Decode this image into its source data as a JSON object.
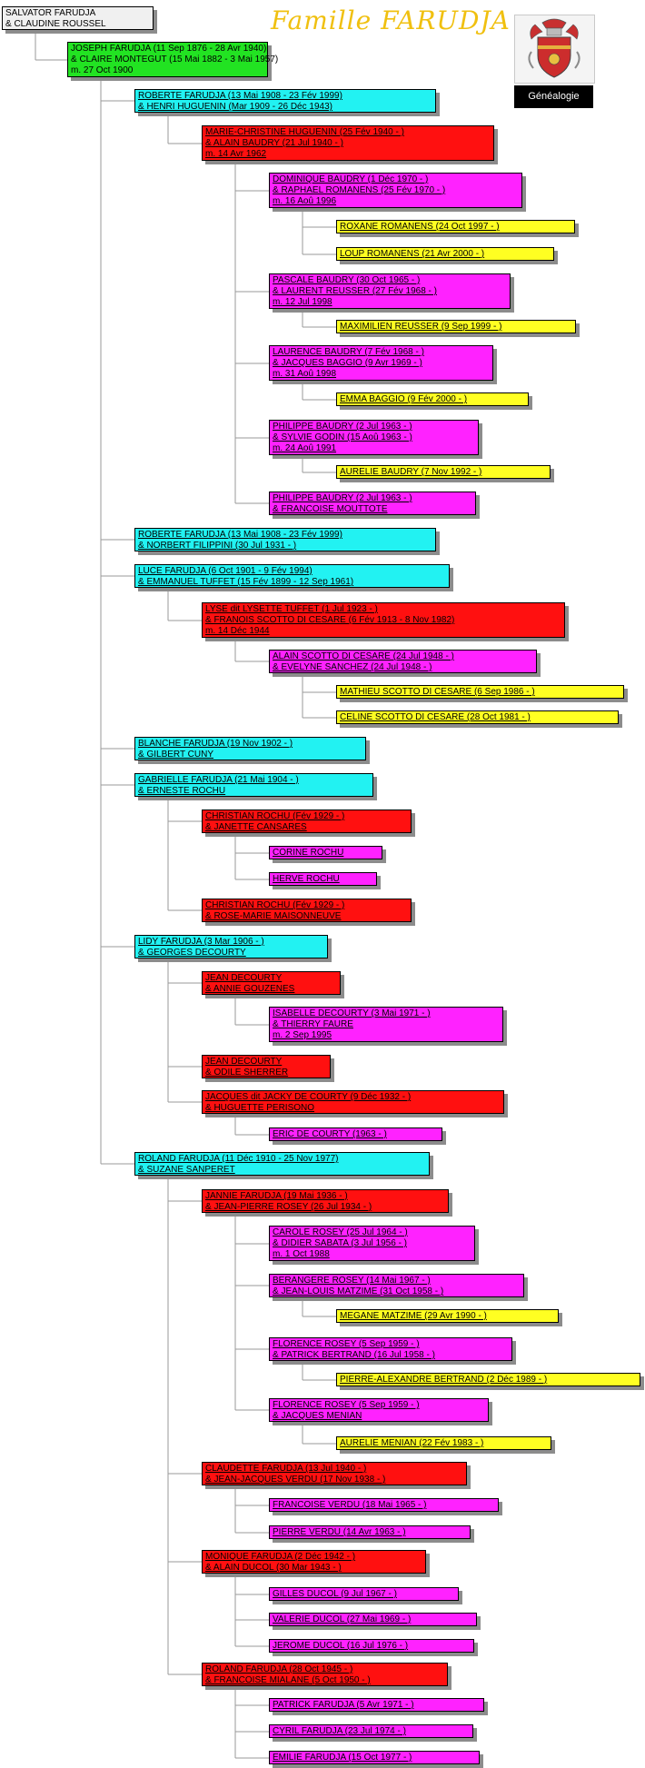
{
  "header": {
    "title": "Famille FARUDJA",
    "genealogy_label": "Généalogie"
  },
  "colors": {
    "root": "#f0f0f0",
    "gen1": "#22e322",
    "gen2": "#22f2f2",
    "gen3": "#ff1010",
    "gen4": "#ff22ff",
    "gen5": "#ffff22"
  },
  "icons": [
    "coat-of-arms-icon"
  ],
  "nodes": [
    {
      "id": "salvator",
      "gen": 0,
      "lines": [
        "SALVATOR FARUDJA",
        "& CLAUDINE ROUSSEL"
      ]
    },
    {
      "id": "joseph",
      "gen": 1,
      "lines": [
        "JOSEPH FARUDJA (11 Sep 1876 - 28 Avr 1940)",
        "& CLAIRE MONTEGUT (15 Mai 1882 - 3 Mai 1957)",
        "m. 27 Oct 1900"
      ]
    },
    {
      "id": "roberte1",
      "gen": 2,
      "lines": [
        "ROBERTE FARUDJA (13 Mai 1908 - 23 Fév 1999)",
        "& HENRI HUGUENIN (Mar 1909 - 26 Déc 1943)"
      ]
    },
    {
      "id": "marie-christine",
      "gen": 3,
      "lines": [
        "MARIE-CHRISTINE HUGUENIN (25 Fév 1940 - )",
        "& ALAIN BAUDRY (21 Jul 1940 - )",
        "m. 14 Avr 1962"
      ]
    },
    {
      "id": "dominique",
      "gen": 4,
      "lines": [
        "DOMINIQUE BAUDRY (1 Déc 1970 - )",
        "& RAPHAEL ROMANENS (25 Fév 1970 - )",
        "m. 16 Aoû 1996"
      ]
    },
    {
      "id": "roxane",
      "gen": 5,
      "lines": [
        "ROXANE ROMANENS (24 Oct 1997 - )"
      ]
    },
    {
      "id": "loup",
      "gen": 5,
      "lines": [
        "LOUP ROMANENS (21 Avr 2000 - )"
      ]
    },
    {
      "id": "pascale",
      "gen": 4,
      "lines": [
        "PASCALE BAUDRY (30 Oct 1965 - )",
        "& LAURENT REUSSER (27 Fév 1968 - )",
        "m. 12 Jul 1998"
      ]
    },
    {
      "id": "maximilien",
      "gen": 5,
      "lines": [
        "MAXIMILIEN REUSSER (9 Sep 1999 - )"
      ]
    },
    {
      "id": "laurence",
      "gen": 4,
      "lines": [
        "LAURENCE BAUDRY (7 Fév 1968 - )",
        "& JACQUES BAGGIO (9 Avr 1969 - )",
        "m. 31 Aoû 1998"
      ]
    },
    {
      "id": "emma",
      "gen": 5,
      "lines": [
        "EMMA BAGGIO (9 Fév 2000 - )"
      ]
    },
    {
      "id": "philippe1",
      "gen": 4,
      "lines": [
        "PHILIPPE BAUDRY (2 Jul 1963 - )",
        "& SYLVIE GODIN (15 Aoû 1963 - )",
        "m. 24 Aoû 1991"
      ]
    },
    {
      "id": "aurelie-b",
      "gen": 5,
      "lines": [
        "AURELIE BAUDRY (7 Nov 1992 - )"
      ]
    },
    {
      "id": "philippe2",
      "gen": 4,
      "lines": [
        "PHILIPPE BAUDRY (2 Jul 1963 - )",
        "& FRANCOISE MOUTTOTE"
      ]
    },
    {
      "id": "roberte2",
      "gen": 2,
      "lines": [
        "ROBERTE FARUDJA (13 Mai 1908 - 23 Fév 1999)",
        "& NORBERT FILIPPINI (30 Jul 1931 - )"
      ]
    },
    {
      "id": "luce",
      "gen": 2,
      "lines": [
        "LUCE FARUDJA (6 Oct 1901 - 9 Fév 1994)",
        "& EMMANUEL TUFFET (15 Fév 1899 - 12 Sep 1961)"
      ]
    },
    {
      "id": "lyse",
      "gen": 3,
      "lines": [
        "LYSE dit LYSETTE TUFFET (1 Jul 1923 - )",
        "& FRANOIS SCOTTO DI CESARE (6 Fév 1913 - 8 Nov 1982)",
        "m. 14 Déc 1944"
      ]
    },
    {
      "id": "alain-scotto",
      "gen": 4,
      "lines": [
        "ALAIN SCOTTO DI CESARE (24 Jul 1948 - )",
        "& EVELYNE SANCHEZ (24 Jul 1948 - )"
      ]
    },
    {
      "id": "mathieu",
      "gen": 5,
      "lines": [
        "MATHIEU SCOTTO DI CESARE (6 Sep 1986 - )"
      ]
    },
    {
      "id": "celine",
      "gen": 5,
      "lines": [
        "CELINE SCOTTO DI CESARE (28 Oct 1981 - )"
      ]
    },
    {
      "id": "blanche",
      "gen": 2,
      "lines": [
        "BLANCHE FARUDJA (19 Nov 1902 - )",
        "& GILBERT CUNY"
      ]
    },
    {
      "id": "gabrielle",
      "gen": 2,
      "lines": [
        "GABRIELLE FARUDJA (21 Mai 1904 - )",
        "& ERNESTE ROCHU"
      ]
    },
    {
      "id": "christian1",
      "gen": 3,
      "lines": [
        "CHRISTIAN ROCHU (Fév 1929 - )",
        "& JANETTE CANSARES"
      ]
    },
    {
      "id": "corine",
      "gen": 4,
      "lines": [
        "CORINE ROCHU"
      ]
    },
    {
      "id": "herve",
      "gen": 4,
      "lines": [
        "HERVE ROCHU"
      ]
    },
    {
      "id": "christian2",
      "gen": 3,
      "lines": [
        "CHRISTIAN ROCHU (Fév 1929 - )",
        "& ROSE-MARIE MAISONNEUVE"
      ]
    },
    {
      "id": "lidy",
      "gen": 2,
      "lines": [
        "LIDY FARUDJA (3 Mar 1906 - )",
        "& GEORGES DECOURTY"
      ]
    },
    {
      "id": "jean1",
      "gen": 3,
      "lines": [
        "JEAN DECOURTY",
        "& ANNIE GOUZENES"
      ]
    },
    {
      "id": "isabelle",
      "gen": 4,
      "lines": [
        "ISABELLE DECOURTY (3 Mai 1971 - )",
        "& THIERRY FAURE",
        "m. 2 Sep 1995"
      ]
    },
    {
      "id": "jean2",
      "gen": 3,
      "lines": [
        "JEAN DECOURTY",
        "& ODILE SHERRER"
      ]
    },
    {
      "id": "jacques-jacky",
      "gen": 3,
      "lines": [
        "JACQUES dit JACKY DE COURTY (9 Déc 1932 - )",
        "& HUGUETTE PERISONO"
      ]
    },
    {
      "id": "eric",
      "gen": 4,
      "lines": [
        "ERIC DE COURTY (1963 - )"
      ]
    },
    {
      "id": "roland1",
      "gen": 2,
      "lines": [
        "ROLAND FARUDJA (11 Déc 1910 - 25 Nov 1977)",
        "& SUZANE SANPERET"
      ]
    },
    {
      "id": "jannie",
      "gen": 3,
      "lines": [
        "JANNIE FARUDJA (19 Mai 1936 - )",
        "& JEAN-PIERRE ROSEY (26 Jul 1934 - )"
      ]
    },
    {
      "id": "carole",
      "gen": 4,
      "lines": [
        "CAROLE ROSEY (25 Jul 1964 - )",
        "& DIDIER SABATA (3 Jul 1956 - )",
        "m. 1 Oct 1988"
      ]
    },
    {
      "id": "berangere",
      "gen": 4,
      "lines": [
        "BERANGERE ROSEY (14 Mai 1967 - )",
        "& JEAN-LOUIS MATZIME (31 Oct 1958 - )"
      ]
    },
    {
      "id": "megane",
      "gen": 5,
      "lines": [
        "MEGANE MATZIME (29 Avr 1990 - )"
      ]
    },
    {
      "id": "florence1",
      "gen": 4,
      "lines": [
        "FLORENCE ROSEY (5 Sep 1959 - )",
        "& PATRICK BERTRAND (16 Jul 1958 - )"
      ]
    },
    {
      "id": "pierre-alexandre",
      "gen": 5,
      "lines": [
        "PIERRE-ALEXANDRE BERTRAND (2 Déc 1989 - )"
      ]
    },
    {
      "id": "florence2",
      "gen": 4,
      "lines": [
        "FLORENCE ROSEY (5 Sep 1959 - )",
        "& JACQUES MENIAN"
      ]
    },
    {
      "id": "aurelie-m",
      "gen": 5,
      "lines": [
        "AURELIE MENIAN (22 Fév 1983 - )"
      ]
    },
    {
      "id": "claudette",
      "gen": 3,
      "lines": [
        "CLAUDETTE FARUDJA (13 Jul 1940 - )",
        "& JEAN-JACQUES VERDU (17 Nov 1938 - )"
      ]
    },
    {
      "id": "francoise-v",
      "gen": 4,
      "lines": [
        "FRANCOISE VERDU (18 Mai 1965 - )"
      ]
    },
    {
      "id": "pierre-v",
      "gen": 4,
      "lines": [
        "PIERRE VERDU (14 Avr 1963 - )"
      ]
    },
    {
      "id": "monique",
      "gen": 3,
      "lines": [
        "MONIQUE FARUDJA (2 Déc 1942 - )",
        "& ALAIN DUCOL (30 Mar 1943 - )"
      ]
    },
    {
      "id": "gilles",
      "gen": 4,
      "lines": [
        "GILLES DUCOL (9 Jul 1967 - )"
      ]
    },
    {
      "id": "valerie",
      "gen": 4,
      "lines": [
        "VALERIE DUCOL (27 Mai 1969 - )"
      ]
    },
    {
      "id": "jerome",
      "gen": 4,
      "lines": [
        "JEROME DUCOL (16 Jul 1976 - )"
      ]
    },
    {
      "id": "roland2",
      "gen": 3,
      "lines": [
        "ROLAND FARUDJA (28 Oct 1945 - )",
        "& FRANCOISE MIALANE (5 Oct 1950 - )"
      ]
    },
    {
      "id": "patrick",
      "gen": 4,
      "lines": [
        "PATRICK FARUDJA (5 Avr 1971 - )"
      ]
    },
    {
      "id": "cyril",
      "gen": 4,
      "lines": [
        "CYRIL FARUDJA (23 Jul 1974 - )"
      ]
    },
    {
      "id": "emilie",
      "gen": 4,
      "lines": [
        "EMILIE FARUDJA (15 Oct 1977 - )"
      ]
    }
  ],
  "edges": [
    [
      "salvator",
      "joseph"
    ],
    [
      "joseph",
      "roberte1"
    ],
    [
      "joseph",
      "roberte2"
    ],
    [
      "joseph",
      "luce"
    ],
    [
      "joseph",
      "blanche"
    ],
    [
      "joseph",
      "gabrielle"
    ],
    [
      "joseph",
      "lidy"
    ],
    [
      "joseph",
      "roland1"
    ],
    [
      "roberte1",
      "marie-christine"
    ],
    [
      "marie-christine",
      "dominique"
    ],
    [
      "marie-christine",
      "pascale"
    ],
    [
      "marie-christine",
      "laurence"
    ],
    [
      "marie-christine",
      "philippe1"
    ],
    [
      "marie-christine",
      "philippe2"
    ],
    [
      "dominique",
      "roxane"
    ],
    [
      "dominique",
      "loup"
    ],
    [
      "pascale",
      "maximilien"
    ],
    [
      "laurence",
      "emma"
    ],
    [
      "philippe1",
      "aurelie-b"
    ],
    [
      "luce",
      "lyse"
    ],
    [
      "lyse",
      "alain-scotto"
    ],
    [
      "alain-scotto",
      "mathieu"
    ],
    [
      "alain-scotto",
      "celine"
    ],
    [
      "gabrielle",
      "christian1"
    ],
    [
      "gabrielle",
      "christian2"
    ],
    [
      "christian1",
      "corine"
    ],
    [
      "christian1",
      "herve"
    ],
    [
      "lidy",
      "jean1"
    ],
    [
      "lidy",
      "jean2"
    ],
    [
      "lidy",
      "jacques-jacky"
    ],
    [
      "jean1",
      "isabelle"
    ],
    [
      "jacques-jacky",
      "eric"
    ],
    [
      "roland1",
      "jannie"
    ],
    [
      "roland1",
      "claudette"
    ],
    [
      "roland1",
      "monique"
    ],
    [
      "roland1",
      "roland2"
    ],
    [
      "jannie",
      "carole"
    ],
    [
      "jannie",
      "berangere"
    ],
    [
      "jannie",
      "florence1"
    ],
    [
      "jannie",
      "florence2"
    ],
    [
      "berangere",
      "megane"
    ],
    [
      "florence1",
      "pierre-alexandre"
    ],
    [
      "florence2",
      "aurelie-m"
    ],
    [
      "claudette",
      "francoise-v"
    ],
    [
      "claudette",
      "pierre-v"
    ],
    [
      "monique",
      "gilles"
    ],
    [
      "monique",
      "valerie"
    ],
    [
      "monique",
      "jerome"
    ],
    [
      "roland2",
      "patrick"
    ],
    [
      "roland2",
      "cyril"
    ],
    [
      "roland2",
      "emilie"
    ]
  ]
}
